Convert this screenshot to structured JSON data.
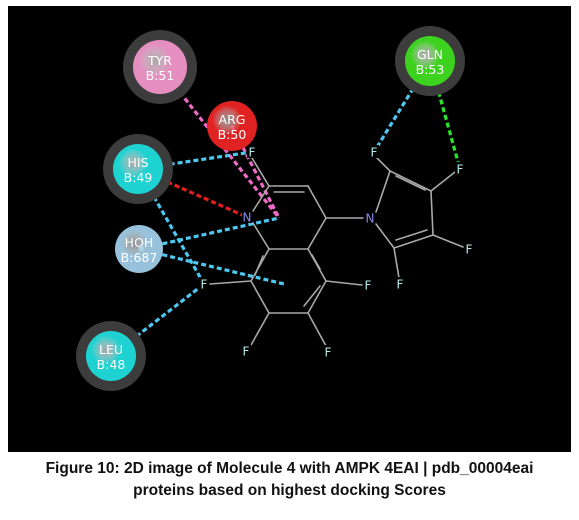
{
  "colors": {
    "background": "#000000",
    "bond": "#a9a9a9",
    "fluorine": "#b4ecec",
    "nitrogen": "#8a8ae8",
    "halo": "#3c3c3c",
    "res_pink": "#e48fc0",
    "res_red": "#e02222",
    "res_cyan": "#1ed2d2",
    "res_lightblue": "#98c2dc",
    "res_green": "#3cd21e",
    "int_cyan": "#4ec8f0",
    "int_pink": "#f06ac8",
    "int_red": "#e81e1e",
    "int_green": "#28e628"
  },
  "residues": [
    {
      "id": "tyr51",
      "name": "TYR",
      "chain_num": "B:51",
      "color": "#e48fc0",
      "halo": true
    },
    {
      "id": "arg50",
      "name": "ARG",
      "chain_num": "B:50",
      "color": "#e02222",
      "halo": false
    },
    {
      "id": "his49",
      "name": "HIS",
      "chain_num": "B:49",
      "color": "#1ed2d2",
      "halo": true
    },
    {
      "id": "hoh687",
      "name": "HOH",
      "chain_num": "B:687",
      "color": "#98c2dc",
      "halo": false
    },
    {
      "id": "leu48",
      "name": "LEU",
      "chain_num": "B:48",
      "color": "#1ed2d2",
      "halo": true
    },
    {
      "id": "gln53",
      "name": "GLN",
      "chain_num": "B:53",
      "color": "#3cd21e",
      "halo": true
    }
  ],
  "atoms": [
    {
      "id": "n1",
      "symbol": "N",
      "element": "nitrogen"
    },
    {
      "id": "n_pyr",
      "symbol": "N",
      "element": "nitrogen"
    },
    {
      "id": "f_c2",
      "symbol": "F",
      "element": "fluorine"
    },
    {
      "id": "f_c5",
      "symbol": "F",
      "element": "fluorine"
    },
    {
      "id": "f_c6",
      "symbol": "F",
      "element": "fluorine"
    },
    {
      "id": "f_c7",
      "symbol": "F",
      "element": "fluorine"
    },
    {
      "id": "f_c8",
      "symbol": "F",
      "element": "fluorine"
    },
    {
      "id": "f_p2",
      "symbol": "F",
      "element": "fluorine"
    },
    {
      "id": "f_p3",
      "symbol": "F",
      "element": "fluorine"
    },
    {
      "id": "f_p4",
      "symbol": "F",
      "element": "fluorine"
    },
    {
      "id": "f_p5",
      "symbol": "F",
      "element": "fluorine"
    }
  ],
  "interactions": [
    {
      "from": "tyr51",
      "to": "ring",
      "type": "pi-stack",
      "color": "#f06ac8"
    },
    {
      "from": "arg50",
      "to": "ring",
      "type": "pi-cation",
      "color": "#f06ac8"
    },
    {
      "from": "his49",
      "to": "n1",
      "type": "unfavorable",
      "color": "#e81e1e"
    },
    {
      "from": "his49",
      "to": "f_c2",
      "type": "halogen",
      "color": "#4ec8f0"
    },
    {
      "from": "his49",
      "to": "f_c8",
      "type": "halogen",
      "color": "#4ec8f0"
    },
    {
      "from": "hoh687",
      "to": "ring",
      "type": "halogen",
      "color": "#4ec8f0"
    },
    {
      "from": "hoh687",
      "to": "ring2",
      "type": "halogen",
      "color": "#4ec8f0"
    },
    {
      "from": "leu48",
      "to": "f_c8",
      "type": "halogen",
      "color": "#4ec8f0"
    },
    {
      "from": "gln53",
      "to": "f_p2",
      "type": "halogen",
      "color": "#4ec8f0"
    },
    {
      "from": "gln53",
      "to": "f_p3",
      "type": "hydrogen-bond",
      "color": "#28e628"
    }
  ],
  "caption": {
    "line1": "Figure 10: 2D image of Molecule 4 with AMPK 4EAI | pdb_00004eai",
    "line2": "proteins based on highest docking Scores"
  }
}
